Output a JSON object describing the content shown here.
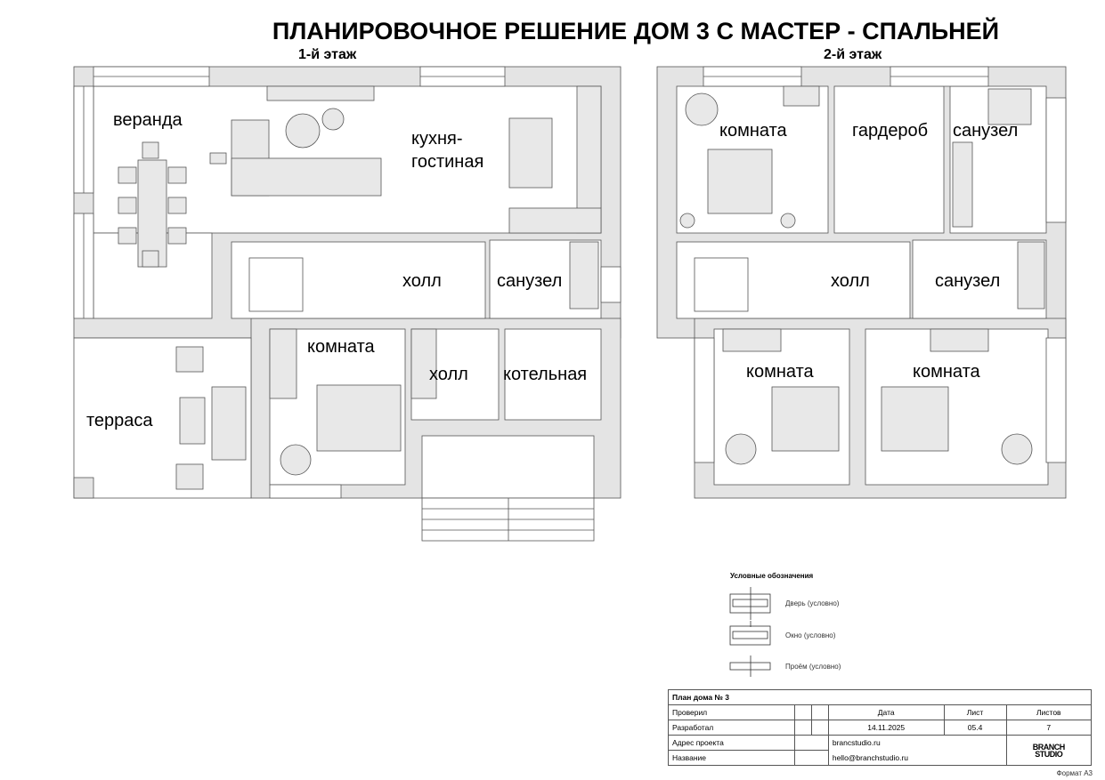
{
  "title": "ПЛАНИРОВОЧНОЕ РЕШЕНИЕ ДОМ 3 С МАСТЕР - СПАЛЬНЕЙ",
  "floor1": {
    "label": "1-й этаж",
    "rooms": [
      "веранда",
      "кухня-",
      "гостиная",
      "холл",
      "санузел",
      "комната",
      "холл",
      "котельная",
      "терраса"
    ]
  },
  "floor2": {
    "label": "2-й этаж",
    "rooms": [
      "комната",
      "гардероб",
      "санузел",
      "холл",
      "санузел",
      "комната",
      "комната"
    ]
  },
  "legend": {
    "title": "Условные обозначения",
    "items": [
      "Дверь (условно)",
      "Окно (условно)",
      "Проём (условно)"
    ]
  },
  "titleblock": {
    "header": "План дома № 3",
    "checked": "Проверил",
    "developed": "Разработал",
    "address": "Адрес проекта",
    "name": "Название",
    "date_label": "Дата",
    "sheet_label": "Лист",
    "sheets_label": "Листов",
    "date": "14.11.2025",
    "sheet": "05.4",
    "sheets": "7",
    "site": "brancstudio.ru",
    "email": "hello@branchstudio.ru",
    "logo": "BRANCH STUDIO",
    "format": "Формат А3"
  },
  "colors": {
    "wall": "#e4e4e4",
    "furniture": "#e8e8e8",
    "line": "#444444"
  }
}
